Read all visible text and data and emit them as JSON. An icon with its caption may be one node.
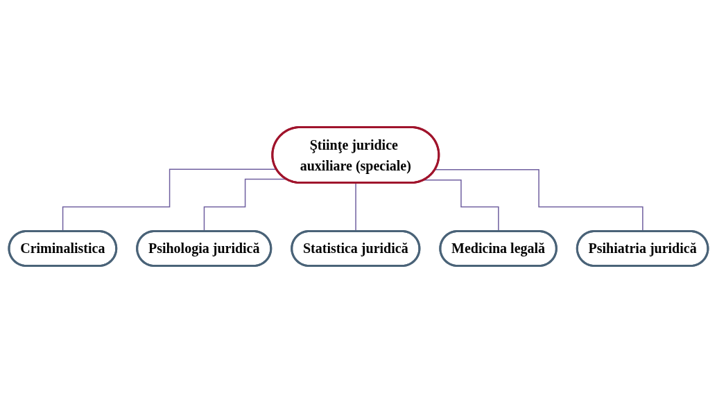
{
  "diagram": {
    "nodes": [
      {
        "text": [
          "Ştiinţe juridice auxiliare (speciale)"
        ]
      },
      {
        "text": [
          "Criminalistica"
        ]
      },
      {
        "text": [
          "Psihologia juridică"
        ]
      },
      {
        "text": [
          "Statistica juridică"
        ]
      },
      {
        "text": [
          "Medicina legală"
        ]
      },
      {
        "text": [
          "Psihiatria juridică"
        ]
      }
    ],
    "edges": [
      {
        "from": 0,
        "to": 1,
        "arrow": "none"
      },
      {
        "from": 0,
        "to": 2,
        "arrow": "none"
      },
      {
        "from": 0,
        "to": 3,
        "arrow": "none"
      },
      {
        "from": 0,
        "to": 4,
        "arrow": "none"
      },
      {
        "from": 0,
        "to": 5,
        "arrow": "none"
      }
    ]
  }
}
